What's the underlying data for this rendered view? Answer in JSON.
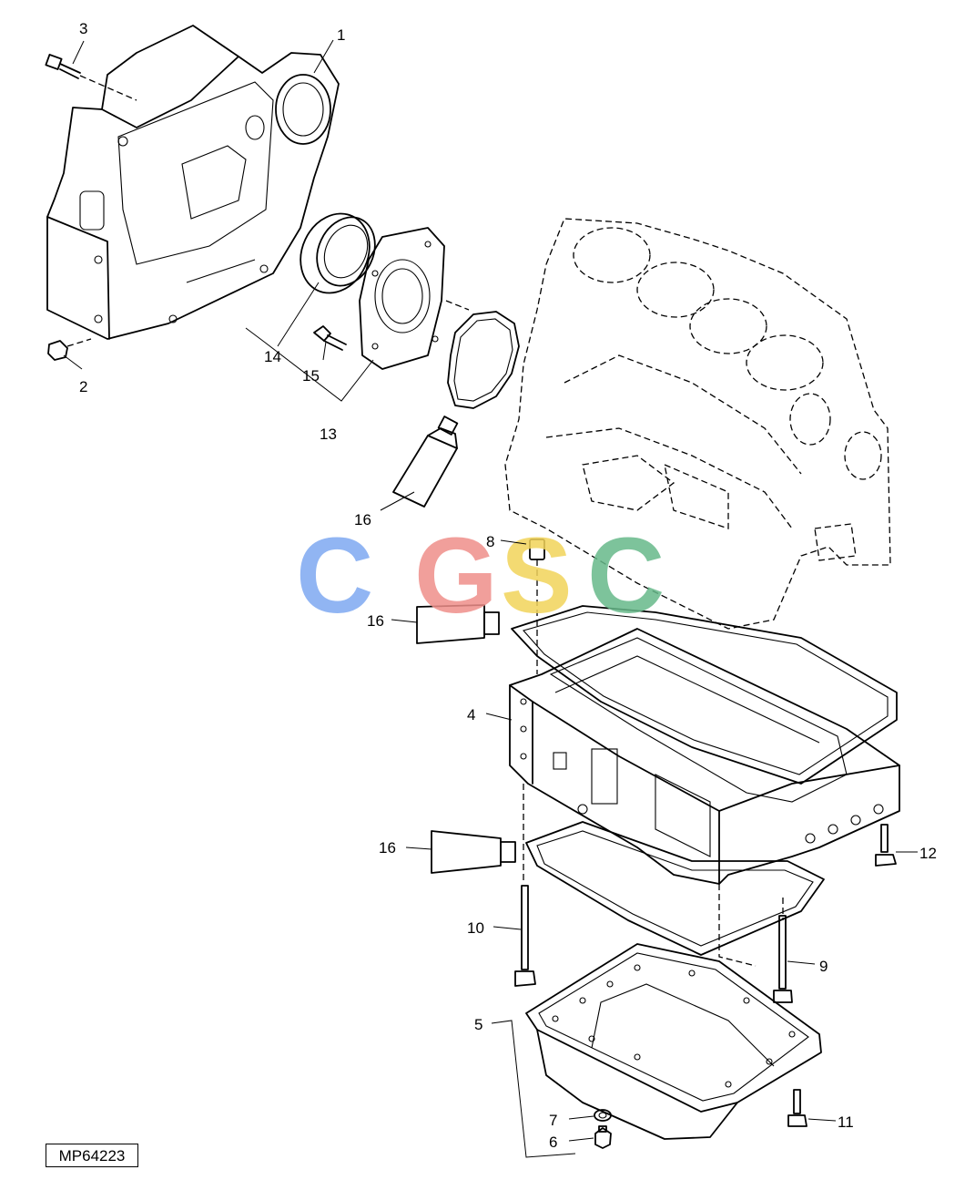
{
  "figure_id": "MP64223",
  "watermark": {
    "letters": [
      "C",
      "G",
      "S",
      "C"
    ],
    "colors": [
      "#7ea9f2",
      "#ef8f8a",
      "#f2d45a",
      "#67b98a"
    ]
  },
  "callouts": [
    "1",
    "2",
    "3",
    "4",
    "5",
    "6",
    "7",
    "8",
    "9",
    "10",
    "11",
    "12",
    "13",
    "14",
    "15",
    "16",
    "16",
    "16"
  ]
}
